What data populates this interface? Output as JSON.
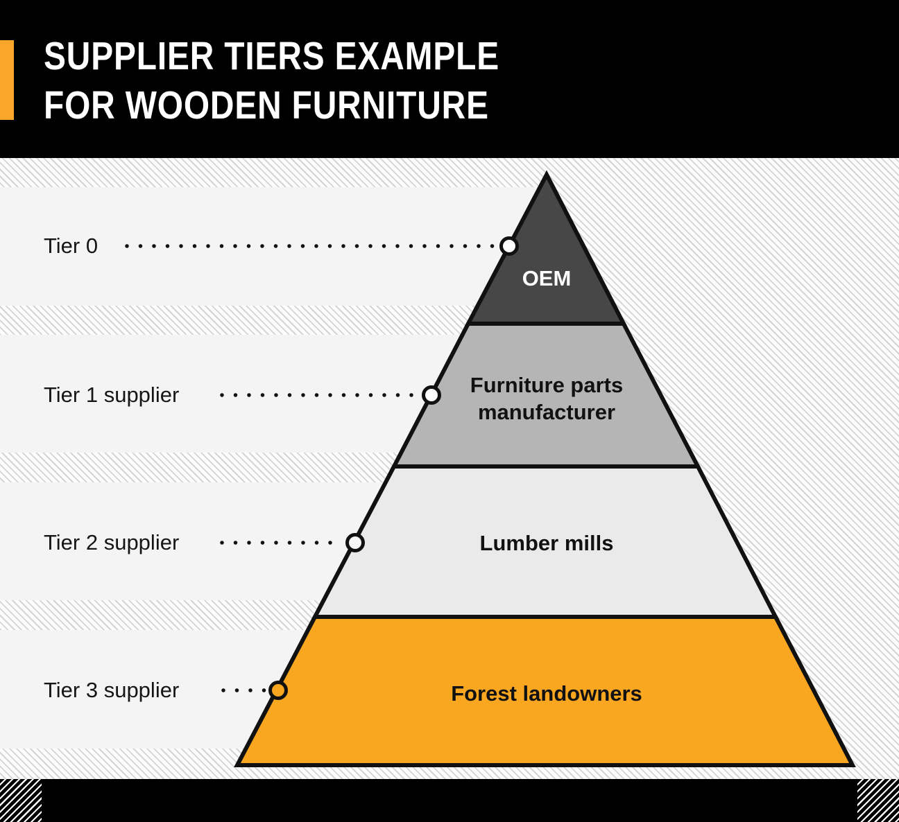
{
  "header": {
    "title_line1": "SUPPLIER TIERS EXAMPLE",
    "title_line2": "FOR WOODEN FURNITURE",
    "accent_color": "#F9A62B",
    "background_color": "#000000"
  },
  "tiers": [
    {
      "label": "Tier 0",
      "segment": "OEM",
      "fill": "#474747",
      "text_color": "#ffffff",
      "circle_fill": "#ffffff"
    },
    {
      "label": "Tier 1 supplier",
      "segment": "Furniture parts manufacturer",
      "fill": "#B5B5B5",
      "text_color": "#111111",
      "circle_fill": "#ffffff"
    },
    {
      "label": "Tier 2 supplier",
      "segment": "Lumber mills",
      "fill": "#EAEAEA",
      "text_color": "#111111",
      "circle_fill": "#f6f6f6"
    },
    {
      "label": "Tier 3 supplier",
      "segment": "Forest landowners",
      "fill": "#F9A620",
      "text_color": "#111111",
      "circle_fill": "#F9A620"
    }
  ],
  "styles": {
    "outline_color": "#111111",
    "band_color": "#F4F4F4",
    "stripe_line_color": "#D4D4D4"
  }
}
